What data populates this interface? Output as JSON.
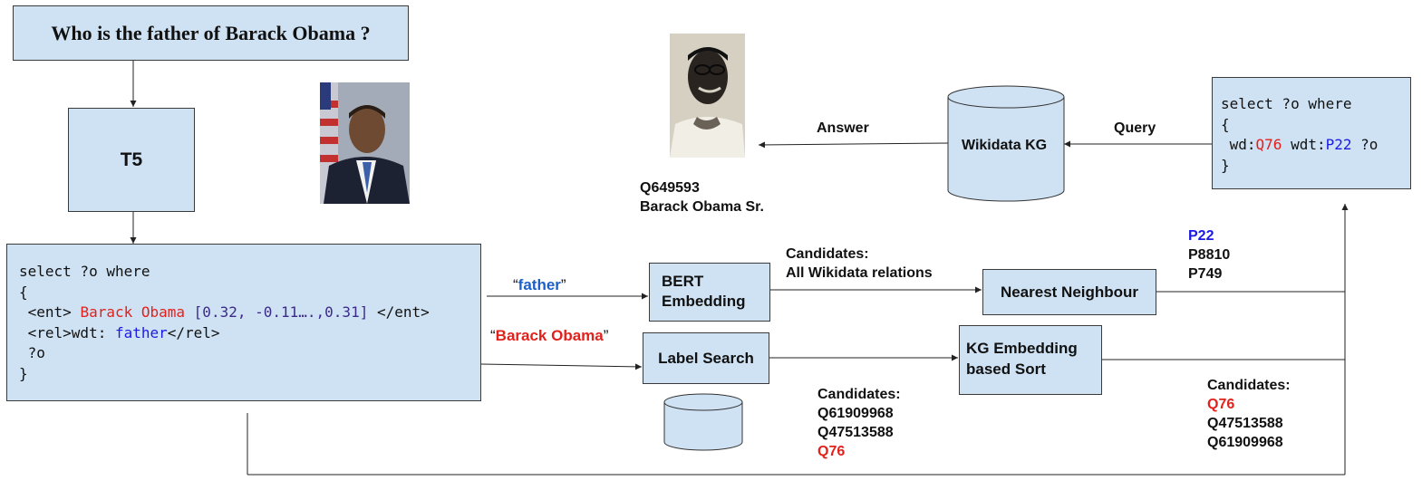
{
  "question": "Who is the father of Barack Obama ?",
  "model": "T5",
  "query_template": {
    "line1": "select ?o where",
    "open_brace": "{",
    "ent_open": " <ent> ",
    "ent_label": "Barack Obama",
    "ent_vector": "[0.32, -0.11….,0.31]",
    "ent_close": " </ent>",
    "rel_open": " <rel>wdt: ",
    "rel_label": "father",
    "rel_close": "</rel>",
    "var": " ?o",
    "close_brace": "}"
  },
  "rel_quote_open": "“",
  "rel_quote_word": "father",
  "rel_quote_close": "”",
  "ent_quote_open": "“",
  "ent_quote_word": "Barack Obama",
  "ent_quote_close": "”",
  "bert": {
    "line1": "BERT",
    "line2": "Embedding"
  },
  "label_search": "Label Search",
  "rel_candidates": {
    "line1": "Candidates:",
    "line2": "All Wikidata relations"
  },
  "nearest_neighbour": "Nearest Neighbour",
  "rel_results": [
    "P22",
    "P8810",
    "P749"
  ],
  "kg_sort": {
    "line1": "KG Embedding",
    "line2": "based Sort"
  },
  "ent_candidates": {
    "title": "Candidates:",
    "items": [
      "Q61909968",
      "Q47513588",
      "Q76"
    ]
  },
  "sorted_candidates": {
    "title": "Candidates:",
    "items": [
      "Q76",
      "Q47513588",
      "Q61909968"
    ]
  },
  "final_query": {
    "line1": "select ?o where",
    "open_brace": "{",
    "prefix1": " wd:",
    "ent_id": "Q76",
    "prefix2": " wdt:",
    "rel_id": "P22",
    "var": " ?o",
    "close_brace": "}"
  },
  "query_label": "Query",
  "kg_label": "Wikidata KG",
  "answer_label": "Answer",
  "answer": {
    "id": "Q649593",
    "name": "Barack Obama Sr."
  },
  "colors": {
    "box_fill": "#cfe2f3",
    "highlight_red": "#e2211c",
    "highlight_blue": "#1a1ae6"
  }
}
